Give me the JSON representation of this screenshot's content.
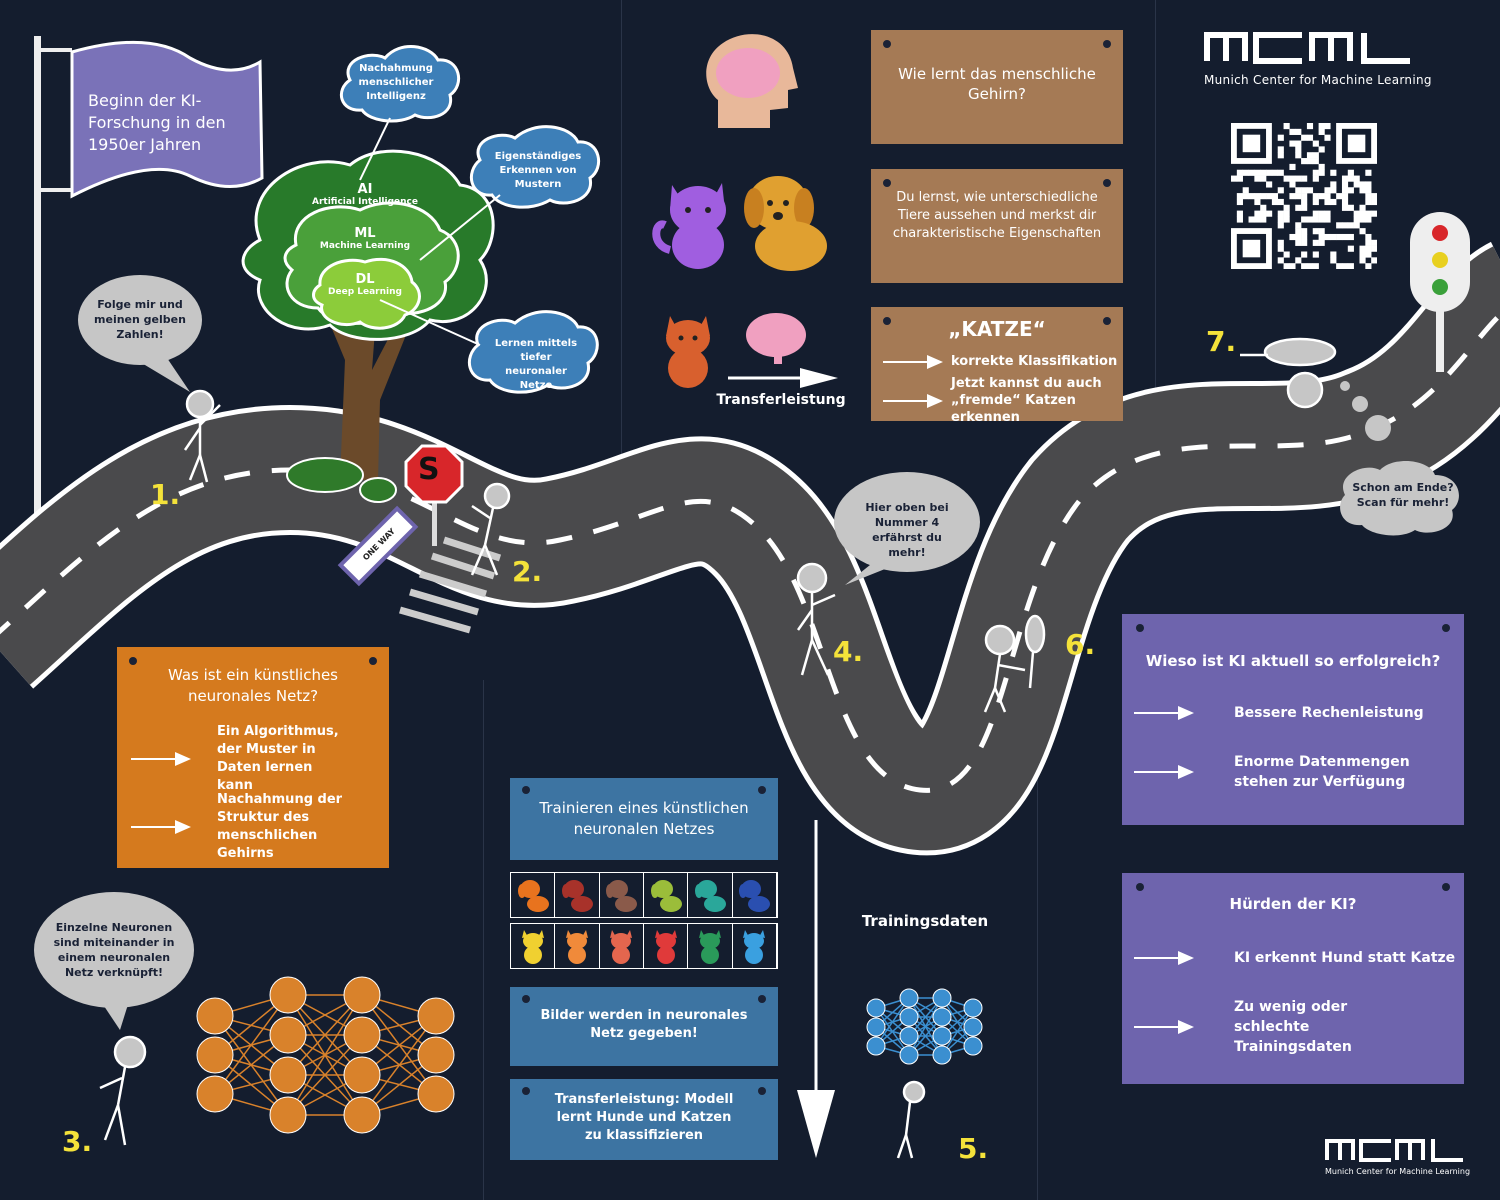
{
  "flag": {
    "text": "Beginn der KI-Forschung in den 1950er Jahren"
  },
  "tree": {
    "ai_abbr": "AI",
    "ai_full": "Artificial Intelligence",
    "ml_abbr": "ML",
    "ml_full": "Machine Learning",
    "dl_abbr": "DL",
    "dl_full": "Deep Learning"
  },
  "clouds": {
    "c1": "Nachahmung menschlicher Intelligenz",
    "c2": "Eigenständiges Erkennen von Mustern",
    "c3": "Lernen mittels tiefer neuronaler Netze"
  },
  "bubbles": {
    "b1": "Folge mir und meinen gelben Zahlen!",
    "b3": "Einzelne Neuronen sind miteinander in einem neuronalen Netz verknüpft!",
    "b4": "Hier oben bei Nummer 4 erfährst du mehr!",
    "b7": "Schon am Ende? Scan für mehr!"
  },
  "numbers": {
    "n1": "1.",
    "n2": "2.",
    "n3": "3.",
    "n4": "4.",
    "n5": "5.",
    "n6": "6.",
    "n7": "7."
  },
  "signs": {
    "stop": "S",
    "oneway": "ONE WAY"
  },
  "brain_section": {
    "q": "Wie lernt das menschliche Gehirn?",
    "learn": "Du lernst, wie unterschiedliche Tiere aussehen und merkst dir charakteristische Eigenschaften",
    "katze_title": "„KATZE“",
    "katze_item1": "korrekte Klassifikation",
    "katze_item2": "Jetzt kannst du auch „fremde“ Katzen erkennen",
    "transfer": "Transferleistung"
  },
  "nn_board": {
    "title": "Was ist ein künstliches neuronales Netz?",
    "item1": "Ein Algorithmus, der Muster in Daten lernen kann",
    "item2": "Nachahmung der Struktur des menschlichen Gehirns"
  },
  "training": {
    "title": "Trainieren eines künstlichen neuronalen Netzes",
    "box2": "Bilder werden in neuronales Netz gegeben!",
    "box3": "Transferleistung: Modell lernt Hunde und Katzen zu klassifizieren",
    "data_label": "Trainingsdaten",
    "dog_colors": [
      "#e8731e",
      "#a8322a",
      "#8a5a4a",
      "#9bbd3a",
      "#2aa79a",
      "#2a4fb0"
    ],
    "cat_colors": [
      "#f0d030",
      "#f08a3a",
      "#e4664e",
      "#e03a3a",
      "#2a9a5a",
      "#3aa0e0"
    ]
  },
  "success_board": {
    "title": "Wieso ist KI aktuell so erfolgreich?",
    "item1": "Bessere Rechenleistung",
    "item2": "Enorme Datenmengen stehen zur Verfügung"
  },
  "hurdles_board": {
    "title": "Hürden der KI?",
    "item1": "KI erkennt Hund statt Katze",
    "item2": "Zu wenig oder schlechte Trainingsdaten"
  },
  "logo": {
    "subtitle": "Munich Center for Machine Learning"
  },
  "colors": {
    "background": "#141d2e",
    "road": "#4a4a4c",
    "accent_yellow": "#f4e23a",
    "brown_board": "#a57a55",
    "orange_board": "#d57a1e",
    "purple_board": "#6e64ad",
    "teal_board": "#3d74a2",
    "neuron_orange": "#d9822b",
    "neuron_blue": "#3b8fd0"
  }
}
